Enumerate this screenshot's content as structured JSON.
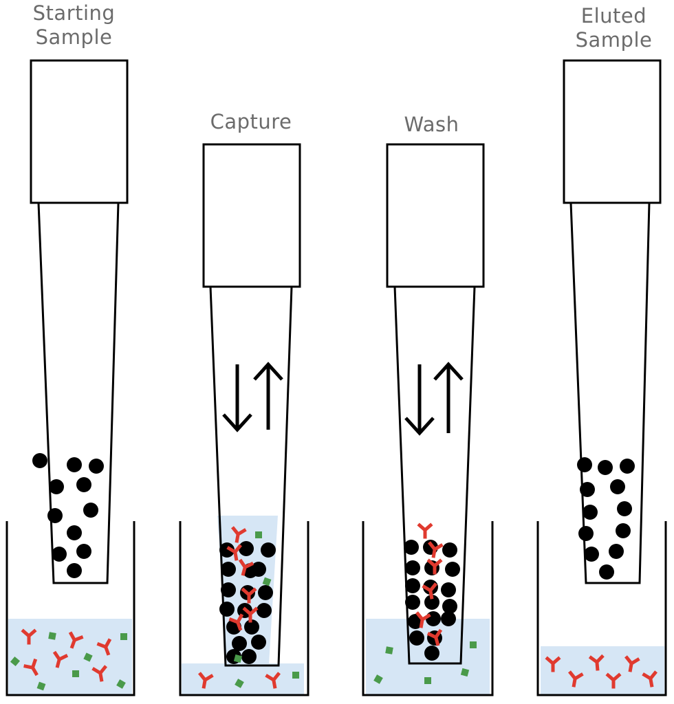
{
  "labels": {
    "starting": [
      "Starting",
      "Sample"
    ],
    "capture": "Capture",
    "wash": "Wash",
    "eluted": [
      "Eluted",
      "Sample"
    ]
  },
  "colors": {
    "outline": "#000000",
    "liquid": "#d6e6f5",
    "antibody": "#e03a2f",
    "impurity": "#4a9a4a",
    "bead": "#000000",
    "label_text": "#6b6b6b"
  },
  "steps": [
    {
      "name": "starting-sample",
      "beads": true,
      "arrows": false,
      "tip_liquid": false
    },
    {
      "name": "capture",
      "beads": true,
      "arrows": true,
      "tip_liquid": true
    },
    {
      "name": "wash",
      "beads": true,
      "arrows": true,
      "tip_liquid": false
    },
    {
      "name": "eluted-sample",
      "beads": true,
      "arrows": false,
      "tip_liquid": false
    }
  ]
}
